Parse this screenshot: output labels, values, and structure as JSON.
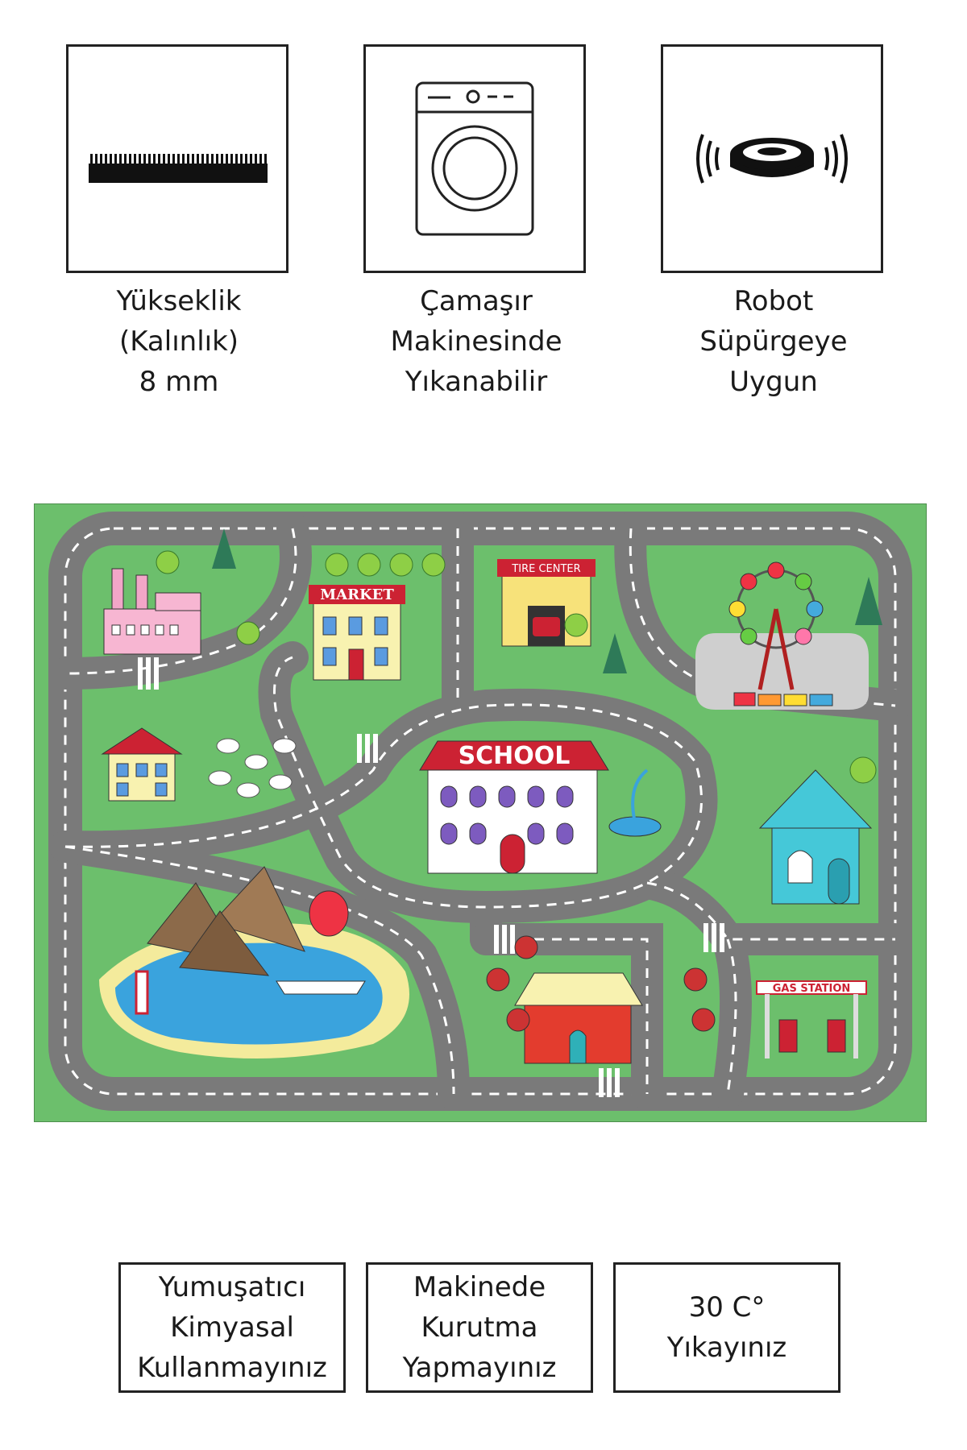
{
  "features": [
    {
      "icon": "carpet-pile-icon",
      "lines": [
        "Yükseklik",
        "(Kalınlık)",
        "8 mm"
      ]
    },
    {
      "icon": "washing-machine-icon",
      "lines": [
        "Çamaşır",
        "Makinesinde",
        "Yıkanabilir"
      ]
    },
    {
      "icon": "robot-vacuum-icon",
      "lines": [
        "Robot",
        "Süpürgeye",
        "Uygun"
      ]
    }
  ],
  "rug": {
    "signs": {
      "market": "MARKET",
      "tire_center": "TIRE CENTER",
      "school": "SCHOOL",
      "gas_station": "GAS STATION"
    },
    "colors": {
      "grass": "#6cbf6c",
      "road": "#7a7a7a",
      "road_line": "#ffffff",
      "water": "#3aa3dd",
      "sand": "#f4eb9c",
      "sign_red": "#cc2233"
    }
  },
  "care": [
    {
      "lines": [
        "Yumuşatıcı",
        "Kimyasal",
        "Kullanmayınız"
      ]
    },
    {
      "lines": [
        "Makinede",
        "Kurutma",
        "Yapmayınız"
      ]
    },
    {
      "lines": [
        "30 C°",
        "Yıkayınız"
      ]
    }
  ]
}
